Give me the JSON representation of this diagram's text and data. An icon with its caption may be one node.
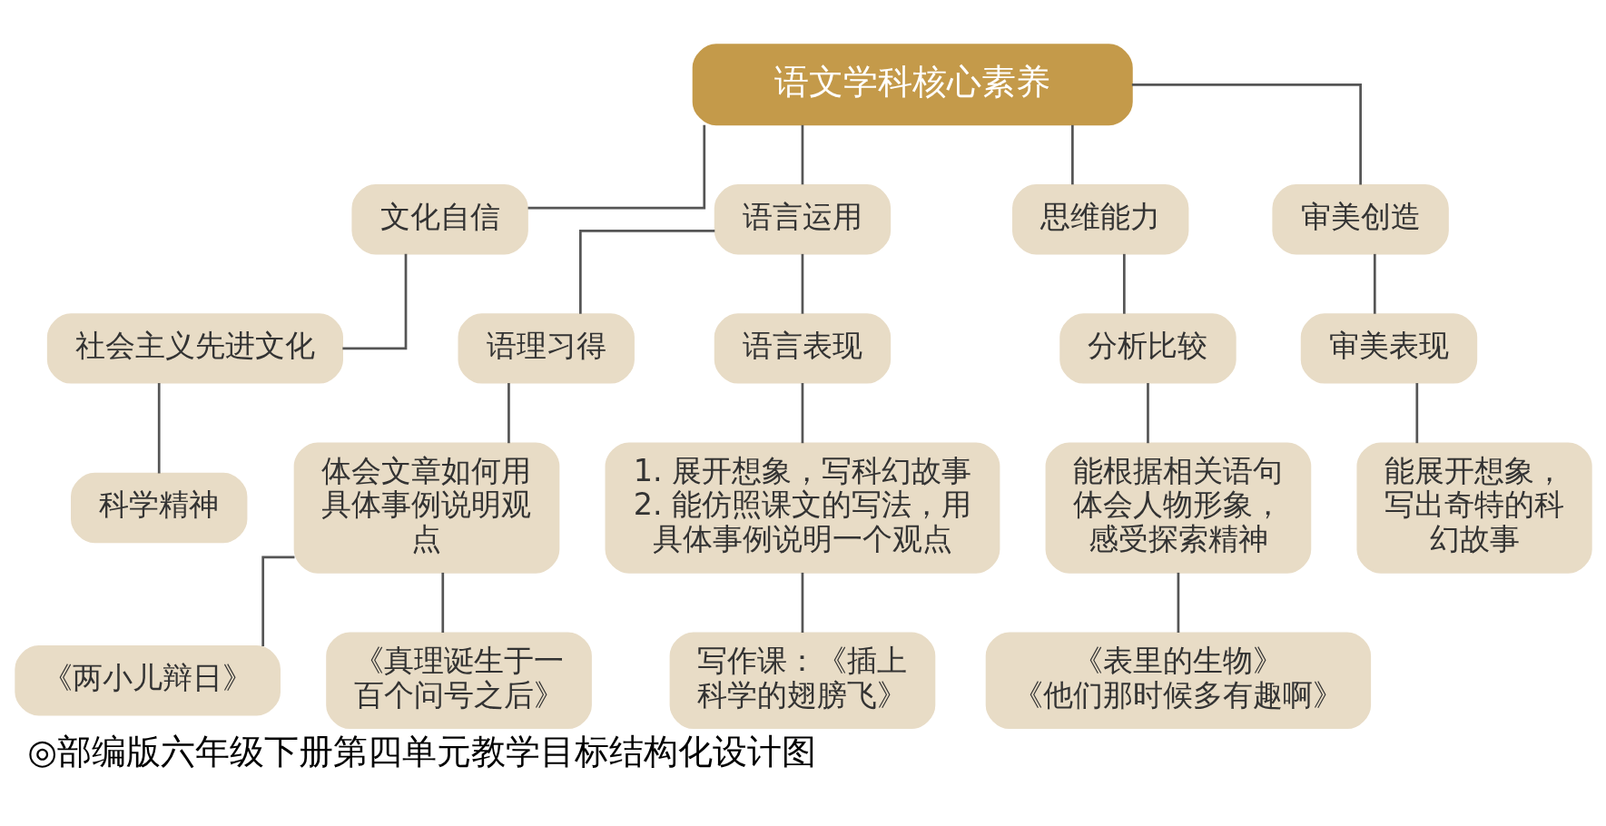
{
  "diagram": {
    "caption": "◎部编版六年级下册第四单元教学目标结构化设计图",
    "nodes": [
      {
        "text": [
          "语文学科核心素养"
        ]
      },
      {
        "text": [
          "文化自信"
        ]
      },
      {
        "text": [
          "语言运用"
        ]
      },
      {
        "text": [
          "思维能力"
        ]
      },
      {
        "text": [
          "审美创造"
        ]
      },
      {
        "text": [
          "社会主义先进文化"
        ]
      },
      {
        "text": [
          "科学精神"
        ]
      },
      {
        "text": [
          "语理习得"
        ]
      },
      {
        "text": [
          "语言表现"
        ]
      },
      {
        "text": [
          "体会文章如何用具体事例说明观点"
        ]
      },
      {
        "text": [
          "1. 展开想象，写科幻故事",
          "2. 能仿照课文的写法，用具体事例说明一个观点"
        ]
      },
      {
        "text": [
          "《两小儿辩日》"
        ]
      },
      {
        "text": [
          "《真理诞生于一百个问号之后》"
        ]
      },
      {
        "text": [
          "写作课：《插上科学的翅膀飞》"
        ]
      },
      {
        "text": [
          "分析比较"
        ]
      },
      {
        "text": [
          "能根据相关语句体会人物形象，感受探索精神"
        ]
      },
      {
        "text": [
          "《表里的生物》",
          "《他们那时候多有趣啊》"
        ]
      },
      {
        "text": [
          "审美表现"
        ]
      },
      {
        "text": [
          "能展开想象，写出奇特的科幻故事"
        ]
      }
    ],
    "edges": [
      {
        "from": 0,
        "to": 1,
        "arrow": "none"
      },
      {
        "from": 0,
        "to": 2,
        "arrow": "none"
      },
      {
        "from": 0,
        "to": 3,
        "arrow": "none"
      },
      {
        "from": 0,
        "to": 4,
        "arrow": "none"
      },
      {
        "from": 1,
        "to": 5,
        "arrow": "none"
      },
      {
        "from": 5,
        "to": 6,
        "arrow": "none"
      },
      {
        "from": 2,
        "to": 7,
        "arrow": "none"
      },
      {
        "from": 2,
        "to": 8,
        "arrow": "none"
      },
      {
        "from": 7,
        "to": 9,
        "arrow": "none"
      },
      {
        "from": 9,
        "to": 11,
        "arrow": "none"
      },
      {
        "from": 9,
        "to": 12,
        "arrow": "none"
      },
      {
        "from": 8,
        "to": 10,
        "arrow": "none"
      },
      {
        "from": 10,
        "to": 13,
        "arrow": "none"
      },
      {
        "from": 3,
        "to": 14,
        "arrow": "none"
      },
      {
        "from": 14,
        "to": 15,
        "arrow": "none"
      },
      {
        "from": 15,
        "to": 16,
        "arrow": "none"
      },
      {
        "from": 4,
        "to": 17,
        "arrow": "none"
      },
      {
        "from": 17,
        "to": 18,
        "arrow": "none"
      }
    ]
  }
}
